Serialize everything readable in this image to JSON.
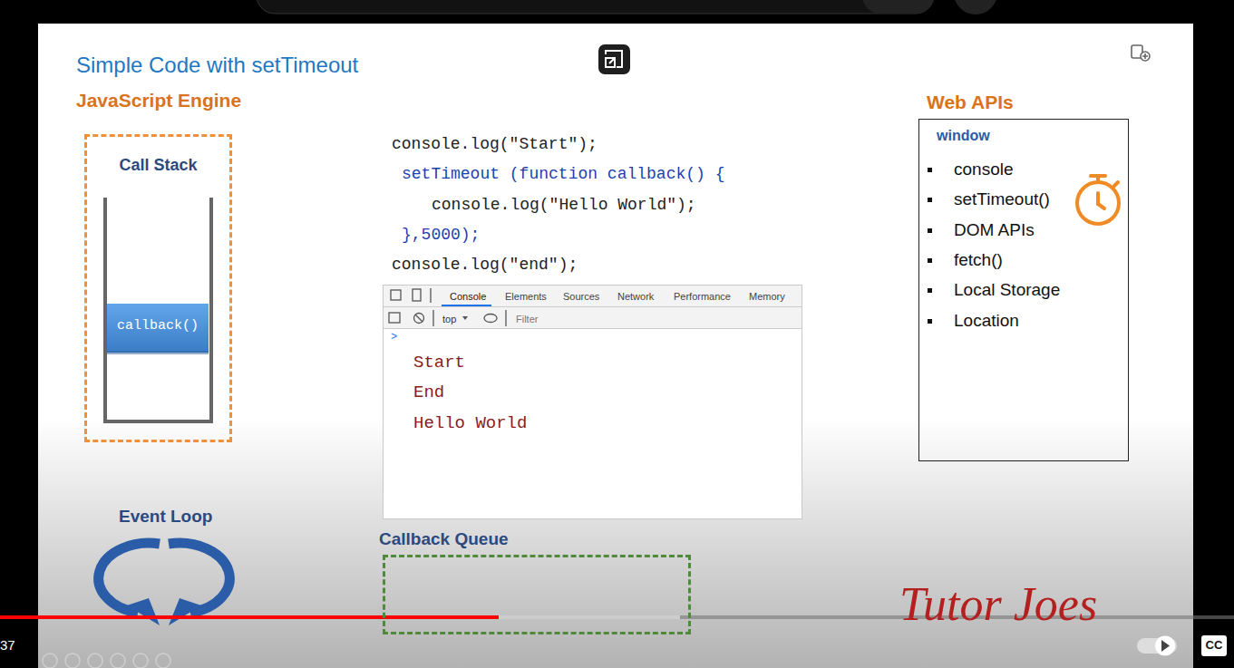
{
  "diagram": {
    "title": "Simple Code with setTimeout",
    "nodes": [
      {
        "text": [
          "JavaScript Engine",
          "Call Stack"
        ]
      },
      {
        "text": [
          "callback()"
        ],
        "in": 0
      },
      {
        "text": [
          "Console",
          "Elements",
          "Sources",
          "Network",
          "Performance",
          "Memory",
          "top",
          "Filter",
          ">",
          "Start",
          "End",
          "Hello World"
        ]
      },
      {
        "text": [
          "Web APIs",
          "window",
          "console",
          "setTimeout()",
          "DOM APIs",
          "fetch()",
          "Local Storage",
          "Location"
        ]
      },
      {
        "text": [
          "Callback Queue"
        ]
      }
    ],
    "edges": [],
    "labels": [
      "console.log(\"Start\");",
      "setTimeout (function callback() {",
      "console.log(\"Hello World\");",
      "},5000);",
      "console.log(\"end\");",
      "Event Loop",
      "Tutor Joes",
      "37",
      "CC"
    ]
  }
}
